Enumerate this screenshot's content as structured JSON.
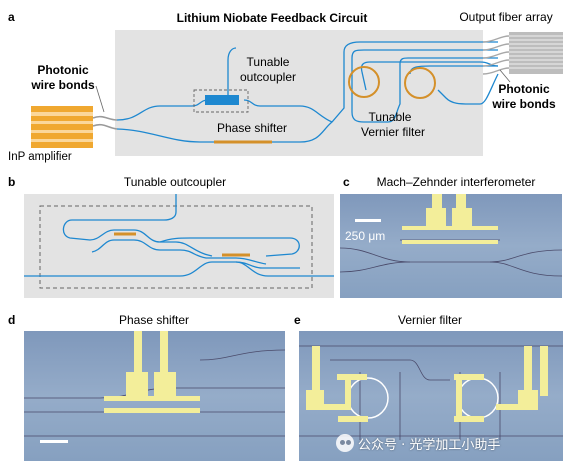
{
  "panel_a": {
    "letter": "a",
    "title": "Lithium Niobate Feedback Circuit",
    "output_label": "Output fiber array",
    "wire_bonds_left": [
      "Photonic",
      "wire bonds"
    ],
    "wire_bonds_right": [
      "Photonic",
      "wire bonds"
    ],
    "tunable_outcoupler": [
      "Tunable",
      "outcoupler"
    ],
    "tunable_vernier": [
      "Tunable",
      "Vernier filter"
    ],
    "phase_shifter": "Phase shifter",
    "inp_amplifier": "InP amplifier"
  },
  "panel_b": {
    "letter": "b",
    "title": "Tunable outcoupler"
  },
  "panel_c": {
    "letter": "c",
    "title": "Mach–Zehnder interferometer",
    "scale_bar": "250 μm"
  },
  "panel_d": {
    "letter": "d",
    "title": "Phase shifter"
  },
  "panel_e": {
    "letter": "e",
    "title": "Vernier filter"
  },
  "watermark": "公众号 · 光学加工小助手",
  "colors": {
    "waveguide": "#1e88d0",
    "heater": "#d4902a",
    "chip_gray": "#e3e3e3",
    "micrograph_blue": "#8ca3c2",
    "electrode_yellow": "#f3ee9a",
    "inp_orange": "#f0a830"
  }
}
